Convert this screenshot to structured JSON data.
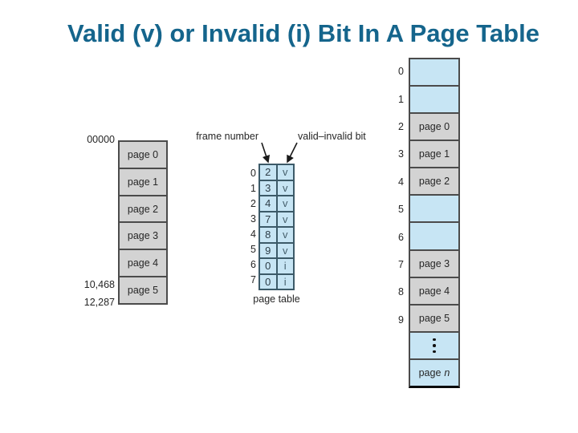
{
  "title": "Valid (v) or Invalid (i) Bit In A Page Table",
  "colors": {
    "title_text": "#15658c",
    "cell_blue": "#c7e5f4",
    "cell_gray": "#d3d3d3",
    "border_dark": "#4b4b4b",
    "table_border": "#3c5a68"
  },
  "logical_memory": {
    "address_top": "00000",
    "address_bottom_1": "10,468",
    "address_bottom_2": "12,287",
    "cells": [
      "page 0",
      "page 1",
      "page 2",
      "page 3",
      "page 4",
      "page 5"
    ]
  },
  "page_table": {
    "frame_label": "frame number",
    "bit_label": "valid–invalid bit",
    "caption": "page table",
    "rows": [
      {
        "index": "0",
        "frame": "2",
        "bit": "v"
      },
      {
        "index": "1",
        "frame": "3",
        "bit": "v"
      },
      {
        "index": "2",
        "frame": "4",
        "bit": "v"
      },
      {
        "index": "3",
        "frame": "7",
        "bit": "v"
      },
      {
        "index": "4",
        "frame": "8",
        "bit": "v"
      },
      {
        "index": "5",
        "frame": "9",
        "bit": "v"
      },
      {
        "index": "6",
        "frame": "0",
        "bit": "i"
      },
      {
        "index": "7",
        "frame": "0",
        "bit": "i"
      }
    ]
  },
  "physical_memory": {
    "frames": [
      {
        "index": "0",
        "content": ""
      },
      {
        "index": "1",
        "content": ""
      },
      {
        "index": "2",
        "content": "page 0"
      },
      {
        "index": "3",
        "content": "page 1"
      },
      {
        "index": "4",
        "content": "page 2"
      },
      {
        "index": "5",
        "content": ""
      },
      {
        "index": "6",
        "content": ""
      },
      {
        "index": "7",
        "content": "page 3"
      },
      {
        "index": "8",
        "content": "page 4"
      },
      {
        "index": "9",
        "content": "page 5"
      }
    ],
    "ellipsis": "⋮",
    "last_frame_prefix": "page",
    "last_frame_suffix": "n"
  }
}
